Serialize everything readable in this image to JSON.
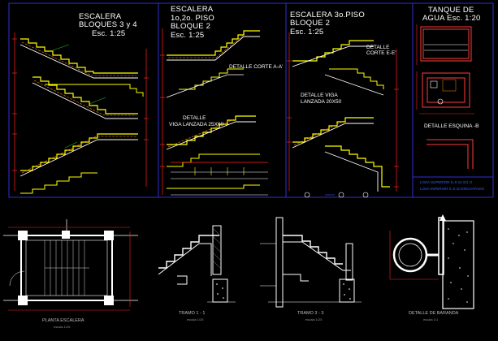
{
  "colors": {
    "background": "#000000",
    "frame": "#2f2fcf",
    "stair_line": "#ffff00",
    "rebar": "#ff8c00",
    "dimension": "#ff2020",
    "concrete": "#ffffff",
    "hatch": "#cfcfcf",
    "note_green": "#22dd22",
    "tank_wall": "#ff3b3b"
  },
  "sheets": {
    "s1": {
      "line1": "ESCALERA",
      "line2": "BLOQUES 3 y 4",
      "line3": "Esc. 1:25"
    },
    "s2": {
      "line1": "ESCALERA",
      "line2": "1o,2o. PISO",
      "line3": "BLOQUE 2",
      "line4": "Esc. 1:25"
    },
    "s3": {
      "line1": "ESCALERA    3o.PISO",
      "line2": "BLOQUE 2",
      "line3": "Esc. 1:25"
    },
    "tank": {
      "line1": "TANQUE DE",
      "line2": "AGUA  Esc. 1:20"
    }
  },
  "details": {
    "corte_aa": "DETALLE  CORTE A-A'",
    "viga_1_l1": "DETALLE",
    "viga_1_l2": "VIGA LANZADA  25X60",
    "corte_ee_l1": "DETALLE",
    "corte_ee_l2": "CORTE E-E'",
    "viga_2_l1": "DETALLE  VIGA",
    "viga_2_l2": "LANZADA  20X50",
    "esquina": "DETALLE ESQUINA -B"
  },
  "tank_notes": [
    "LOSA SUPERIOR h=0.10 S/1 O",
    "LOSA INFERIOR h=0.10 ENCHAPADO"
  ],
  "bottom": {
    "planta": {
      "title": "PLANTA  ESCALERA",
      "scale": "escala 1/25"
    },
    "tramo1": {
      "title": "TRAMO 1 - 1",
      "scale": "escala 1/25"
    },
    "tramo3": {
      "title": "TRAMO 3 - 3",
      "scale": "escala 1/25"
    },
    "baranda": {
      "title": "DETALLE DE BARANDA",
      "scale": "escala 1/1"
    }
  },
  "icons": {
    "north": "north-arrow-icon",
    "section": "section-marker-icon"
  }
}
